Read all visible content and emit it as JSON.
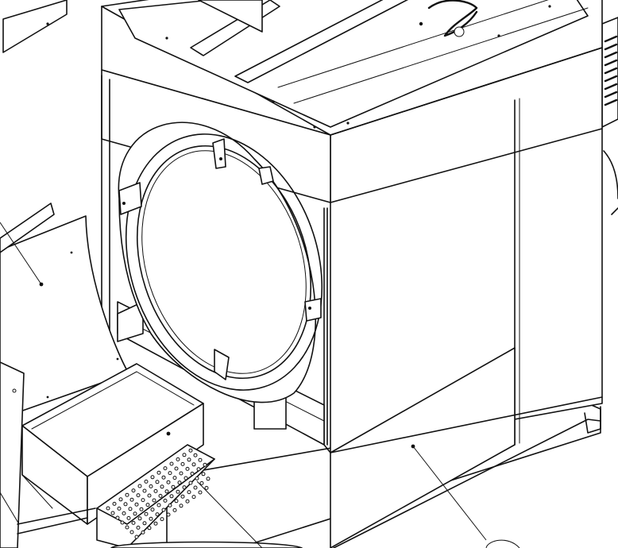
{
  "drawing": {
    "line_color": "#111111",
    "background_color": "#ffffff",
    "components": [
      "cabinet-frame",
      "top-panel",
      "drum-front-ring",
      "front-door-panel",
      "side-panel",
      "lint-drawer",
      "lint-screen",
      "base-rail"
    ]
  }
}
